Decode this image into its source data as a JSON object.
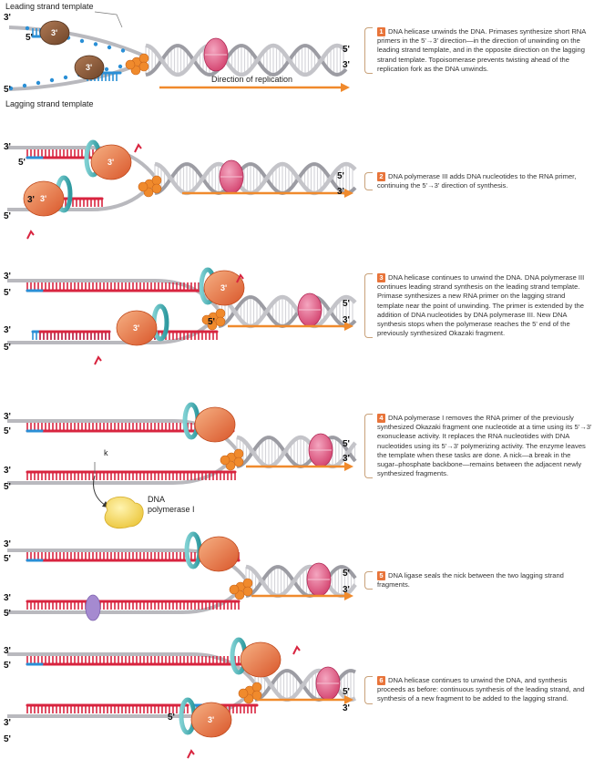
{
  "labels": {
    "leading_template": "Leading strand template",
    "lagging_template": "Lagging strand template",
    "direction": "Direction of replication",
    "nick": "k",
    "pol1_a": "DNA",
    "pol1_b": "polymerase I"
  },
  "ends": {
    "three": "3'",
    "five": "5'"
  },
  "steps": [
    {
      "num": "1",
      "text": "DNA helicase unwinds the DNA. Primases synthesize short RNA primers in the 5'→3' direction—in the direction of unwinding on the leading strand template, and in the opposite direction on the lagging strand template. Topoisomerase prevents twisting ahead of the replication fork as the DNA unwinds."
    },
    {
      "num": "2",
      "text": "DNA polymerase III adds DNA nucleotides to the RNA primer, continuing the 5'→3' direction of synthesis."
    },
    {
      "num": "3",
      "text": "DNA helicase continues to unwind the DNA. DNA polymerase III continues leading strand synthesis on the leading strand template. Primase synthesizes a new RNA primer on the lagging strand template near the point of unwinding. The primer is extended by the addition of DNA nucleotides by DNA polymerase III. New DNA synthesis stops when the polymerase reaches the 5' end of the previously synthesized Okazaki fragment."
    },
    {
      "num": "4",
      "text": "DNA polymerase I removes the RNA primer of the previously synthesized Okazaki fragment one nucleotide at a time using its 5'→3' exonuclease activity. It replaces the RNA nucleotides with DNA nucleotides using its 5'→3' polymerizing activity. The enzyme leaves the template when these tasks are done. A nick—a break in the sugar–phosphate backbone—remains between the adjacent newly synthesized fragments."
    },
    {
      "num": "5",
      "text": "DNA ligase seals the nick between the two lagging strand fragments."
    },
    {
      "num": "6",
      "text": "DNA helicase continues to unwind the DNA, and synthesis proceeds as before: continuous synthesis of the leading strand, and synthesis of a new fragment to be added to the lagging strand."
    }
  ],
  "colors": {
    "template": "#b9b9be",
    "new_dna": "#d8243f",
    "rna_primer": "#2a8fd6",
    "polymerase": "#e8743a",
    "clamp": "#3fb0b5",
    "helicase": "#f08a2c",
    "topoisomerase": "#e0557f",
    "arrow": "#f08a2c",
    "pol1": "#f7de6a",
    "ligase": "#a58ad0"
  }
}
